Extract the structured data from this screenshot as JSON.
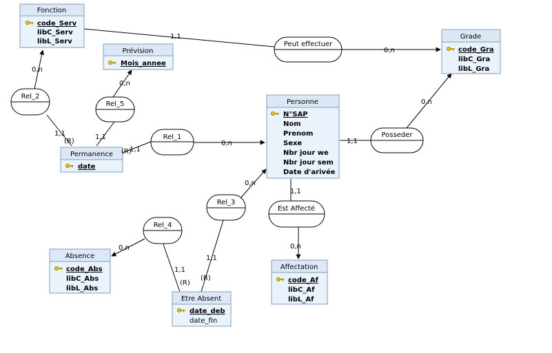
{
  "colors": {
    "entity_header": "#dde8f6",
    "entity_body": "#eaf2fc",
    "entity_border": "#7f9db9",
    "line": "#000000",
    "key": "#d8c000"
  },
  "entities": {
    "fonction": {
      "title": "Fonction",
      "attrs": [
        {
          "text": "code_Serv",
          "key": true
        },
        {
          "text": "libC_Serv"
        },
        {
          "text": "libL_Serv"
        }
      ]
    },
    "prevision": {
      "title": "Prévision",
      "attrs": [
        {
          "text": "Mois_annee",
          "key": true
        }
      ]
    },
    "grade": {
      "title": "Grade",
      "attrs": [
        {
          "text": "code_Gra",
          "key": true
        },
        {
          "text": "libC_Gra"
        },
        {
          "text": "libL_Gra"
        }
      ]
    },
    "personne": {
      "title": "Personne",
      "attrs": [
        {
          "text": "N°SAP",
          "key": true
        },
        {
          "text": "Nom"
        },
        {
          "text": "Prenom"
        },
        {
          "text": "Sexe"
        },
        {
          "text": "Nbr jour we"
        },
        {
          "text": "Nbr jour sem"
        },
        {
          "text": "Date d'arivée"
        }
      ]
    },
    "permanence": {
      "title": "Permanence",
      "attrs": [
        {
          "text": "date",
          "key": true
        }
      ]
    },
    "absence": {
      "title": "Absence",
      "attrs": [
        {
          "text": "code_Abs",
          "key": true
        },
        {
          "text": "libC_Abs"
        },
        {
          "text": "libL_Abs"
        }
      ]
    },
    "etre_absent": {
      "title": "Etre Absent",
      "attrs": [
        {
          "text": "date_deb",
          "key": true
        },
        {
          "text": "date_fin",
          "plain": true
        }
      ]
    },
    "affectation": {
      "title": "Affectation",
      "attrs": [
        {
          "text": "code_Af",
          "key": true
        },
        {
          "text": "libC_Af"
        },
        {
          "text": "libL_Af"
        }
      ]
    }
  },
  "relations": {
    "peut_effectuer": "Peut effectuer",
    "rel_2": "Rel_2",
    "rel_5": "Rel_5",
    "rel_1": "Rel_1",
    "posseder": "Posseder",
    "rel_3": "Rel_3",
    "est_affecte": "Est Affecté",
    "rel_4": "Rel_4"
  },
  "cardinalities": {
    "peut_fonction": "1,1",
    "peut_grade": "0,n",
    "rel2_fonction": "0,n",
    "rel2_permanence": "1,1",
    "rel2_perm_r": "(R)",
    "rel5_prevision": "0,n",
    "rel5_permanence": "1,1",
    "rel1_permanence": "1,1",
    "rel1_perm_r": "(R)",
    "rel1_personne": "0,n",
    "posseder_personne": "1,1",
    "posseder_grade": "0,n",
    "rel3_personne": "0,n",
    "rel3_etre": "1,1",
    "rel3_etre_r": "(R)",
    "est_personne": "1,1",
    "est_affectation": "0,n",
    "rel4_absence": "0,n",
    "rel4_etre": "1,1",
    "rel4_etre_r": "(R)"
  }
}
